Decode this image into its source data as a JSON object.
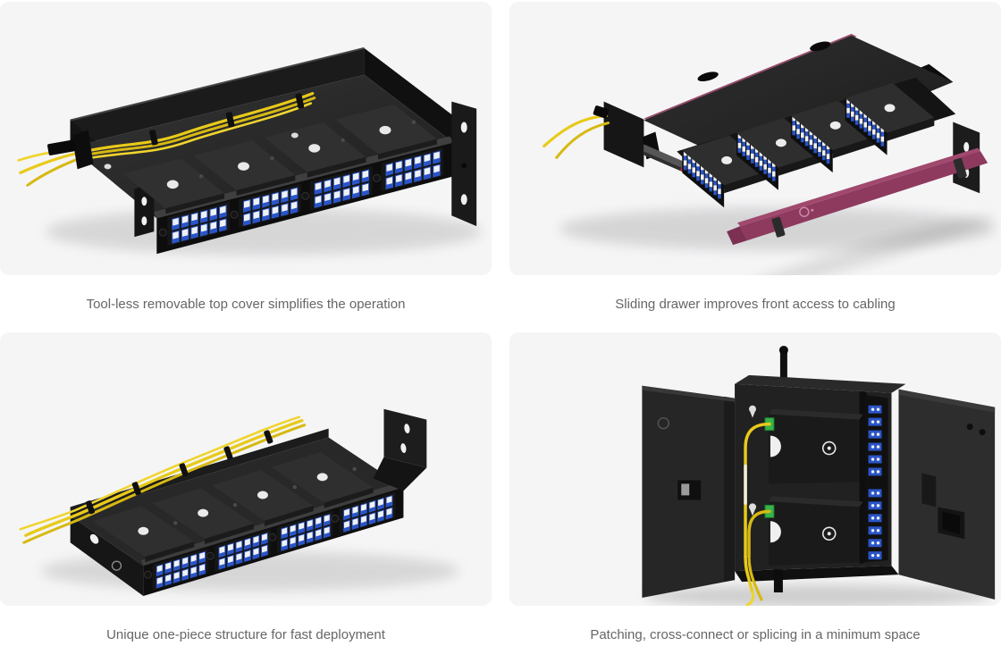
{
  "page": {
    "background": "#ffffff",
    "card_background": "#f5f5f6",
    "caption_color": "#666666"
  },
  "colors": {
    "fiber_yellow": "#e8ca1a",
    "adapter_blue": "#2a55c8",
    "adapter_green": "#37b34a",
    "panel_magenta": "#8e3a5e",
    "chassis_black": "#1a1a1a",
    "connector_white": "#eef1f6"
  },
  "cards": [
    {
      "caption": "Tool-less removable top cover simplifies the operation",
      "image_alt": "Rack mount fiber enclosure with top cover removed showing four cassettes, front LC adapter panels and yellow fiber cables"
    },
    {
      "caption": "Sliding drawer improves front access to cabling",
      "image_alt": "Fiber enclosure with sliding drawer pulled out, four LC cassettes exposed and magenta front panel detached"
    },
    {
      "caption": "Unique one-piece structure for fast deployment",
      "image_alt": "One-piece fiber panel with four LC cassettes and a yellow fiber cable routed along the rear edge"
    },
    {
      "caption": "Patching, cross-connect or splicing in a minimum space",
      "image_alt": "Wall mount fiber terminal box with both doors open, vertical LC adapter strip and yellow fiber cables"
    }
  ]
}
